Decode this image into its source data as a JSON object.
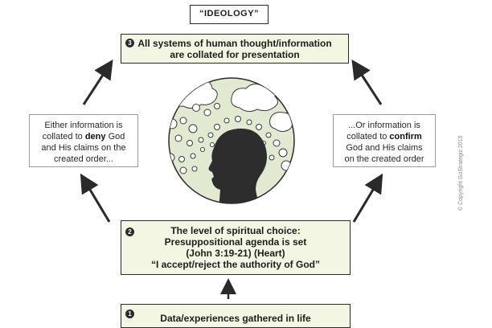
{
  "title": "“IDEOLOGY”",
  "step3": {
    "number": "3",
    "line1": "All systems of human thought/information",
    "line2": "are collated for presentation"
  },
  "left_box": {
    "line1": "Either information is",
    "line2_pre": "collated to ",
    "line2_bold": "deny",
    "line2_post": " God",
    "line3": "and His claims on the",
    "line4": "created order..."
  },
  "right_box": {
    "line1": "...Or information is",
    "line2_pre": "collated to ",
    "line2_bold": "confirm",
    "line3": "God and His claims",
    "line4": "on the created order"
  },
  "step2": {
    "number": "2",
    "line1": "The level of spiritual choice:",
    "line2": "Presuppositional agenda is set",
    "line3": "(John 3:19-21) (Heart)",
    "line4": "“I accept/reject the authority of God”"
  },
  "step1": {
    "number": "1",
    "line1": "Data/experiences gathered in life"
  },
  "copyright": "© Copyright GoStrategic 2015",
  "colors": {
    "box_fill": "#f4f6e4",
    "circle_fill": "#e1ead0",
    "silhouette": "#2d2d2d"
  }
}
